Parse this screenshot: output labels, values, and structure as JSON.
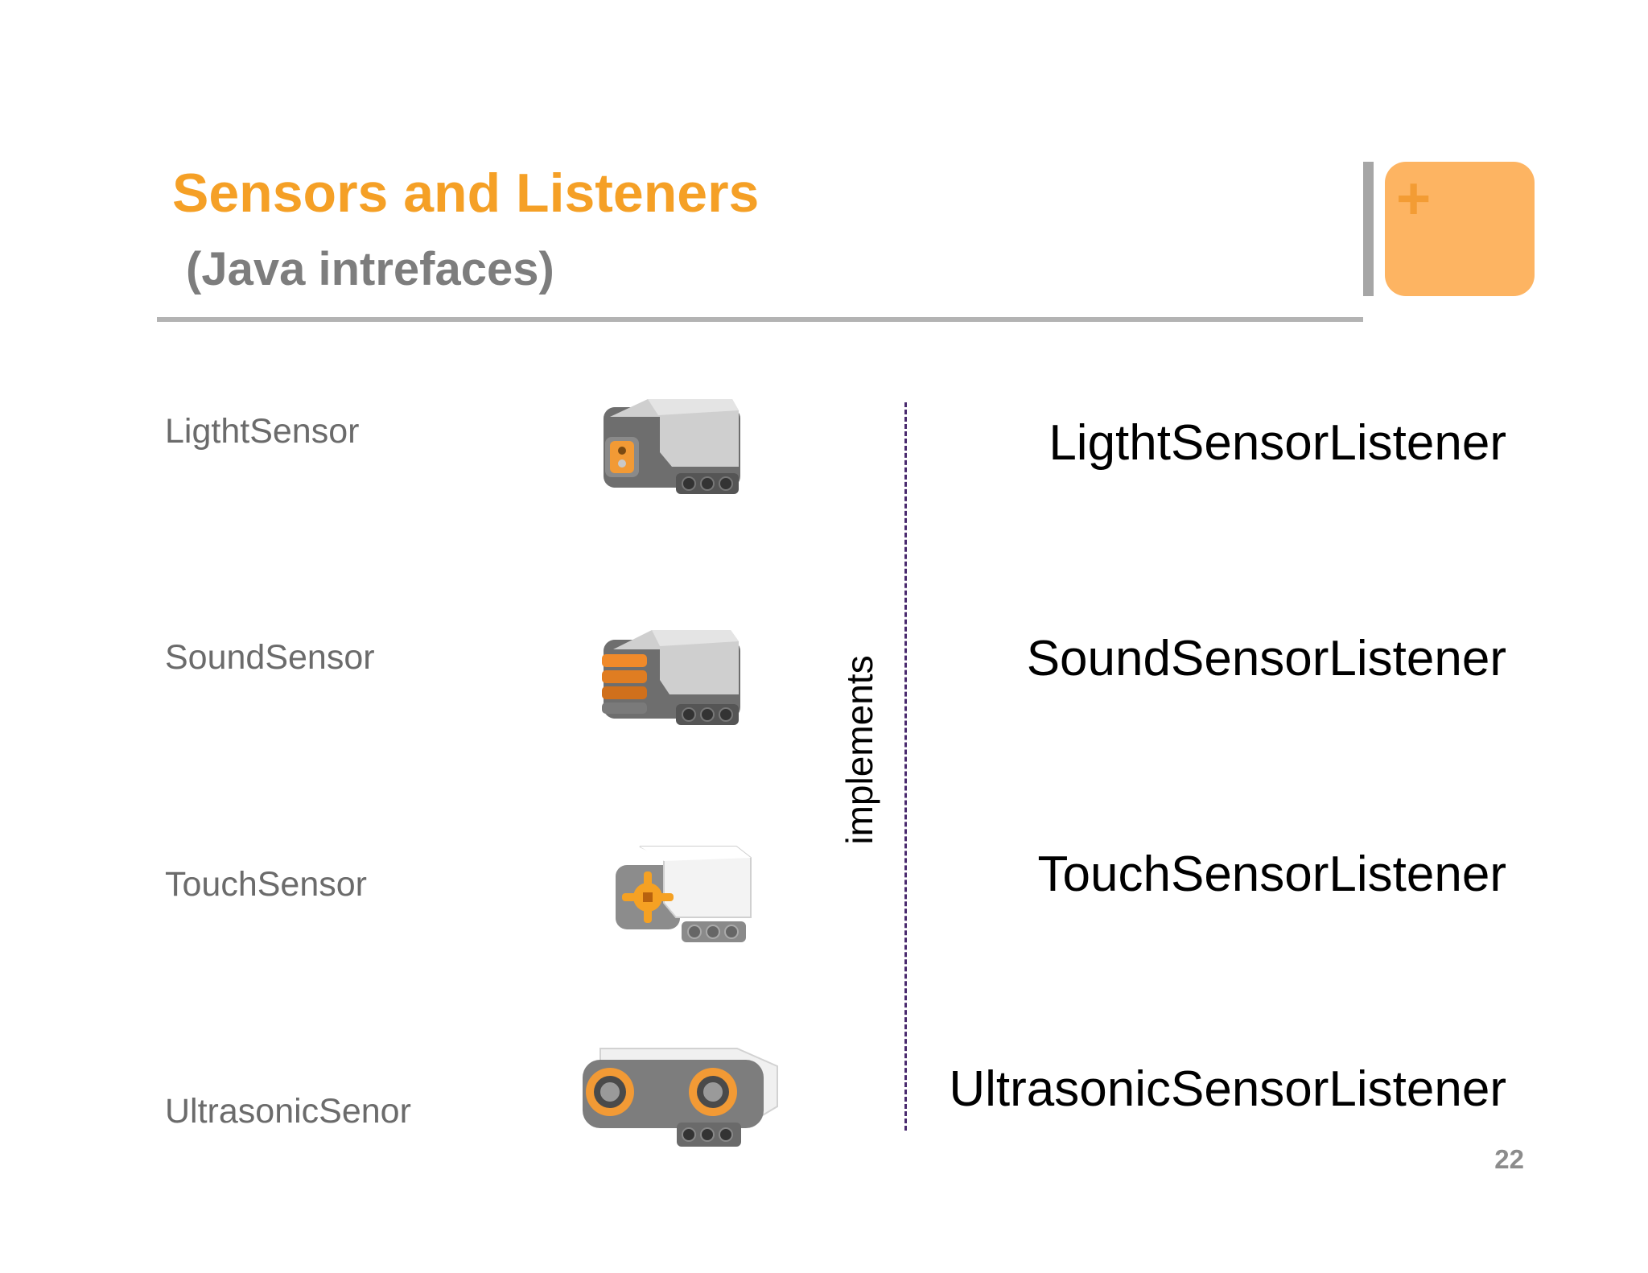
{
  "slide": {
    "title": "Sensors and Listeners",
    "subtitle": "(Java intrefaces)",
    "page_number": "22",
    "accent_color": "#f5a026",
    "corner_icon": "plus-icon"
  },
  "sensors": [
    {
      "label": "LigthtSensor",
      "listener": "LigthtSensorListener",
      "icon": "light-sensor-icon"
    },
    {
      "label": "SoundSensor",
      "listener": "SoundSensorListener",
      "icon": "sound-sensor-icon"
    },
    {
      "label": "TouchSensor",
      "listener": "TouchSensorListener",
      "icon": "touch-sensor-icon"
    },
    {
      "label": "UltrasonicSenor",
      "listener": "UltrasonicSensorListener",
      "icon": "ultrasonic-sensor-icon"
    }
  ],
  "relation_label": "implements"
}
